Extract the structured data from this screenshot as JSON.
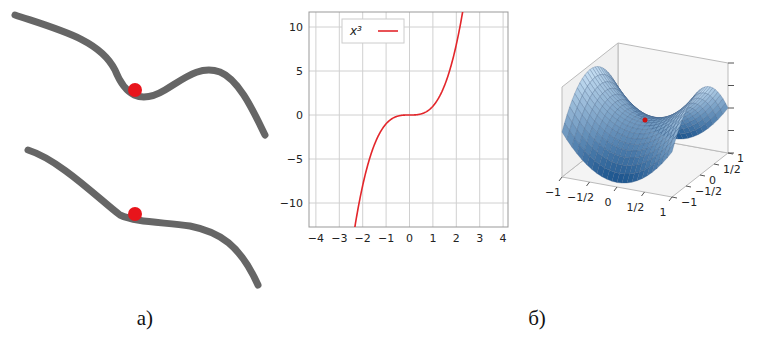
{
  "diagram": {
    "labels": [
      "10",
      "5",
      "0",
      "−5",
      "−10",
      "−4",
      "−3",
      "−2",
      "−1",
      "0",
      "1",
      "2",
      "3",
      "4",
      "−1",
      "−1/2",
      "0",
      "1/2",
      "1",
      "−1",
      "−1/2",
      "0",
      "1/2",
      "1",
      "а)",
      "б)"
    ],
    "legend": [
      {
        "text": "x³"
      }
    ]
  }
}
